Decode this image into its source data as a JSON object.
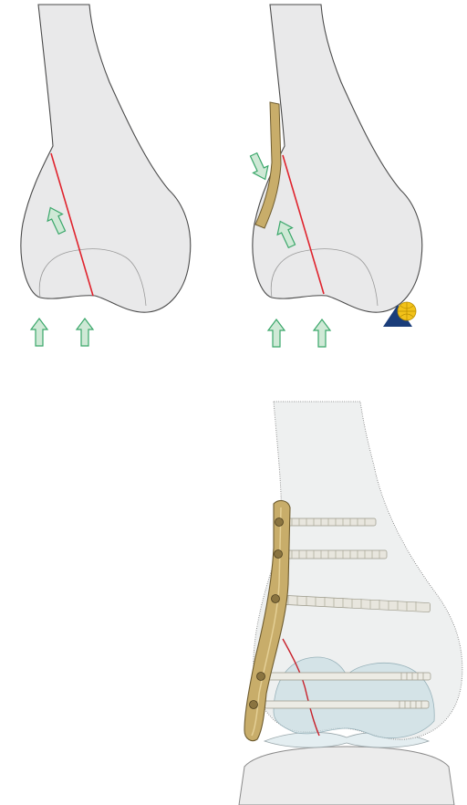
{
  "figure": {
    "panels": [
      {
        "name": "fracture-load-diagram",
        "arrows": 3
      },
      {
        "name": "buttress-plate-diagram",
        "arrows": 4,
        "plate": true
      },
      {
        "name": "plate-fixation-result",
        "screws": 5,
        "plate_holes": 5
      }
    ],
    "colors": {
      "bone_fill": "#e9e9ea",
      "bone_outline": "#4a4a4a",
      "fracture_line": "#e0232d",
      "arrow_fill": "#cfe9d6",
      "arrow_outline": "#3aa76a",
      "plate": "#c8ad6a",
      "plate_dark": "#8a7440",
      "screw": "#e8e6de",
      "cartilage": "#c9dde3",
      "logo_blue": "#1a3d7a",
      "logo_gold": "#f2c21a"
    },
    "logo": {
      "icon": "ao-foundation-logo-icon"
    }
  }
}
